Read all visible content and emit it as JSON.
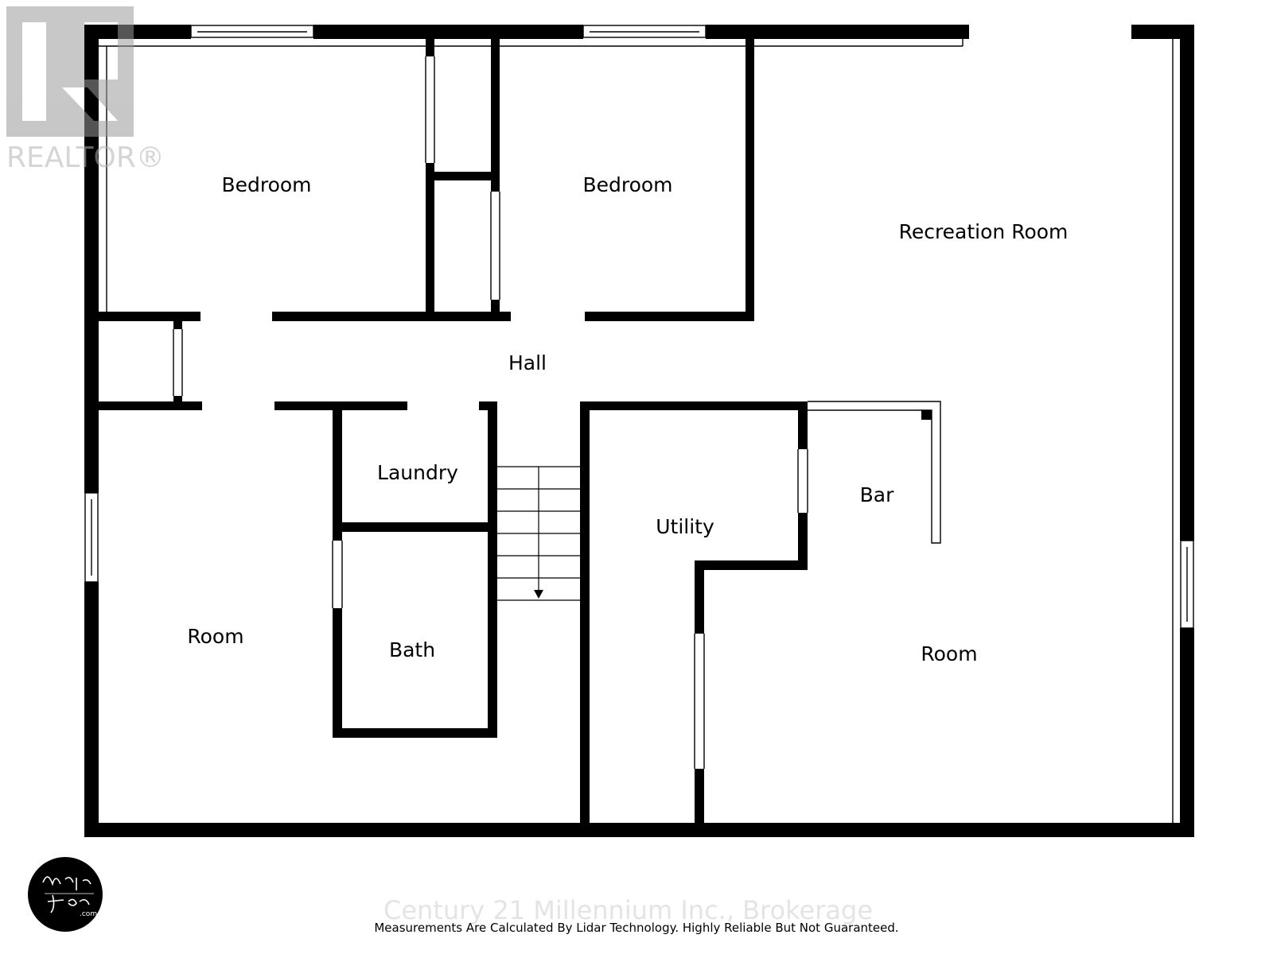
{
  "rooms": {
    "bedroom_1": "Bedroom",
    "bedroom_2": "Bedroom",
    "recreation_room": "Recreation Room",
    "hall": "Hall",
    "laundry": "Laundry",
    "bar": "Bar",
    "utility": "Utility",
    "room_left": "Room",
    "bath": "Bath",
    "room_right": "Room"
  },
  "logo": {
    "realtor": "REALTOR®",
    "signature": "Wylie Ford .com"
  },
  "watermark": "Century 21 Millennium Inc., Brokerage",
  "disclaimer": "Measurements Are Calculated By Lidar Technology. Highly Reliable But Not Guaranteed."
}
